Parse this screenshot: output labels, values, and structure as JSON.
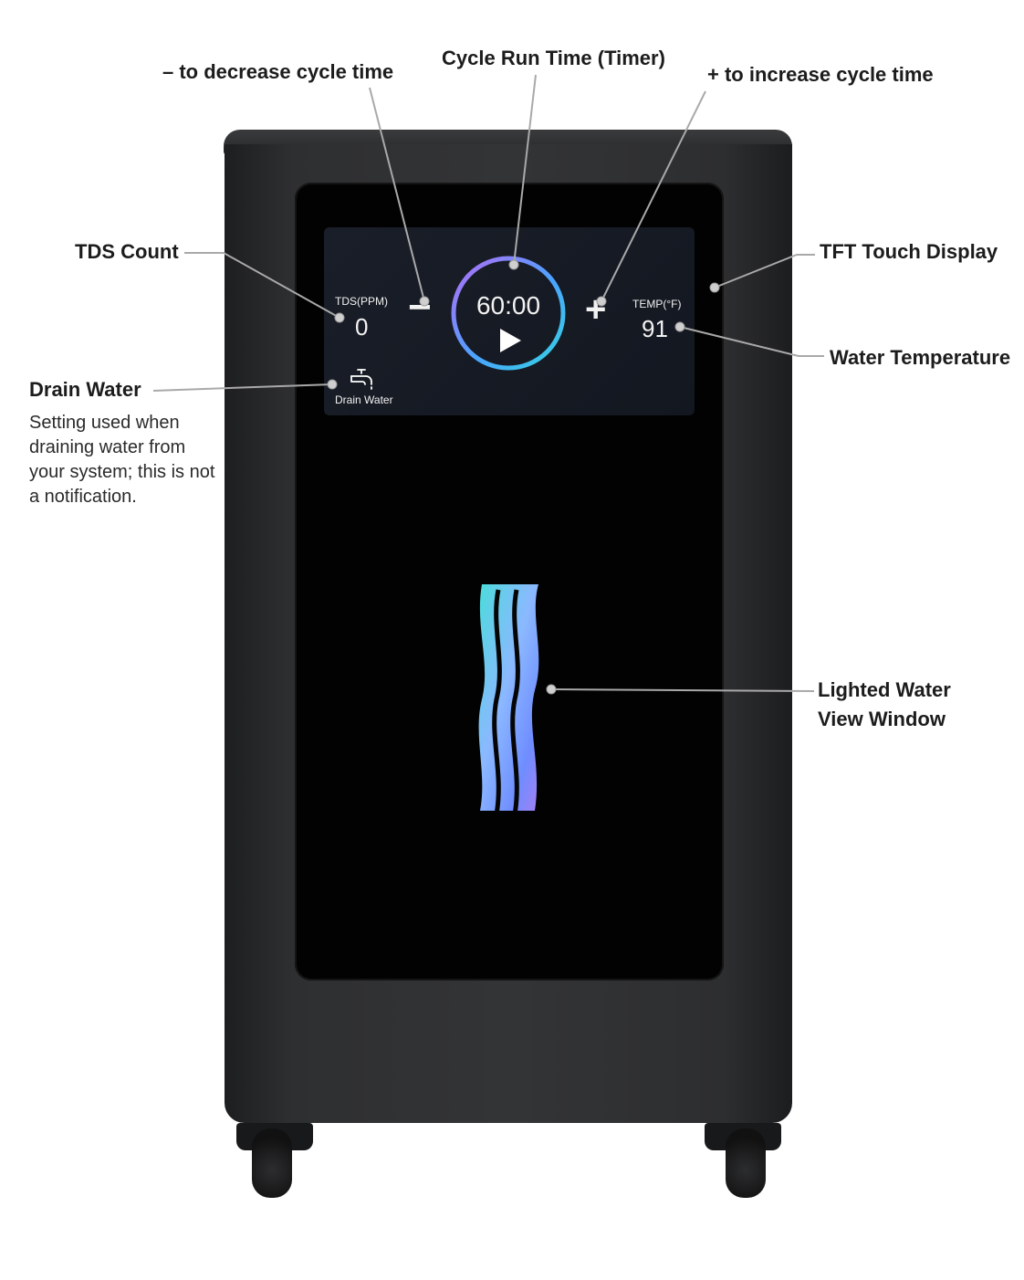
{
  "annotations": {
    "decrease_label": "– to decrease cycle time",
    "timer_label": "Cycle Run Time (Timer)",
    "increase_label": "+ to increase cycle time",
    "tds_label": "TDS Count",
    "tft_label": "TFT Touch Display",
    "drain_label": "Drain Water",
    "drain_description": "Setting used when draining water from your system; this is not a notification.",
    "temp_label": "Water Temperature",
    "window_label_line1": "Lighted Water",
    "window_label_line2": "View Window"
  },
  "display": {
    "tds_title": "TDS(PPM)",
    "tds_value": "0",
    "timer_value": "60:00",
    "temp_title": "TEMP(°F)",
    "temp_value": "91",
    "drain_button": "Drain Water",
    "minus_glyph": "−",
    "plus_glyph": "+",
    "play_icon": "play-icon",
    "faucet_icon": "faucet-icon"
  },
  "colors": {
    "ring_gradient": [
      "#b36cf5",
      "#4aa3ff",
      "#35d3e0"
    ],
    "water_gradient": [
      "#45e0d8",
      "#6fa8ff",
      "#b27cf2"
    ]
  }
}
